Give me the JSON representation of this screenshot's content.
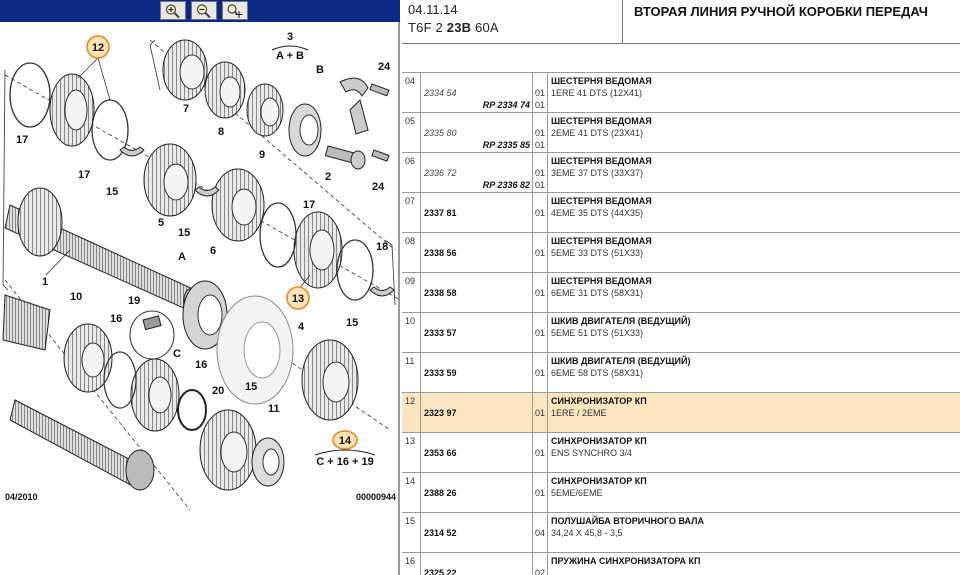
{
  "toolbar": {
    "buttons": [
      {
        "icon": "zoom-in-icon"
      },
      {
        "icon": "zoom-out-icon"
      },
      {
        "icon": "zoom-move-icon"
      }
    ]
  },
  "diagram": {
    "callouts": {
      "c12": "12",
      "c13": "13",
      "c14": "14"
    },
    "labels": {
      "n1": "1",
      "n2": "2",
      "n4": "4",
      "n5": "5",
      "n6": "6",
      "n7": "7",
      "n8": "8",
      "n9": "9",
      "n10": "10",
      "n11": "11",
      "n15a": "15",
      "n15b": "15",
      "n15c": "15",
      "n15d": "15",
      "n16a": "16",
      "n16b": "16",
      "n17a": "17",
      "n17b": "17",
      "n17c": "17",
      "n18": "18",
      "n19": "19",
      "n20": "20",
      "n24a": "24",
      "n24b": "24",
      "nA": "A",
      "nB": "B",
      "nC": "C",
      "n3": "3",
      "n3sub": "A + B",
      "n14sub": "C + 16 + 19"
    },
    "footer_left": "04/2010",
    "footer_right": "00000944"
  },
  "header": {
    "date": "04.11.14",
    "code_prefix": "T6F 2 ",
    "code_bold": "23B",
    "code_suffix": " 60A",
    "title": "ВТОРАЯ ЛИНИЯ РУЧНОЙ КОРОБКИ ПЕРЕДАЧ"
  },
  "rows": [
    {
      "num": "04",
      "ref": "2334 54",
      "ref_style": "italic",
      "ref_sub": "RP 2334 74",
      "qty1": "01",
      "qty2": "01",
      "name": "ШЕСТЕРНЯ ВЕДОМАЯ",
      "spec": "1ERE 41 DTS (12X41)",
      "highlight": false
    },
    {
      "num": "05",
      "ref": "2335 80",
      "ref_style": "italic",
      "ref_sub": "RP 2335 85",
      "qty1": "01",
      "qty2": "01",
      "name": "ШЕСТЕРНЯ ВЕДОМАЯ",
      "spec": "2EME 41 DTS (23X41)",
      "highlight": false
    },
    {
      "num": "06",
      "ref": "2336 72",
      "ref_style": "italic",
      "ref_sub": "RP 2336 82",
      "qty1": "01",
      "qty2": "01",
      "name": "ШЕСТЕРНЯ ВЕДОМАЯ",
      "spec": "3EME 37 DTS (33X37)",
      "highlight": false
    },
    {
      "num": "07",
      "ref": "2337 81",
      "ref_style": "bold",
      "ref_sub": "",
      "qty1": "01",
      "qty2": "",
      "name": "ШЕСТЕРНЯ ВЕДОМАЯ",
      "spec": "4EME 35 DTS (44X35)",
      "highlight": false
    },
    {
      "num": "08",
      "ref": "2338 56",
      "ref_style": "bold",
      "ref_sub": "",
      "qty1": "01",
      "qty2": "",
      "name": "ШЕСТЕРНЯ ВЕДОМАЯ",
      "spec": "5EME 33 DTS (51X33)",
      "highlight": false
    },
    {
      "num": "09",
      "ref": "2338 58",
      "ref_style": "bold",
      "ref_sub": "",
      "qty1": "01",
      "qty2": "",
      "name": "ШЕСТЕРНЯ ВЕДОМАЯ",
      "spec": "6EME 31 DTS (58X31)",
      "highlight": false
    },
    {
      "num": "10",
      "ref": "2333 57",
      "ref_style": "bold",
      "ref_sub": "",
      "qty1": "01",
      "qty2": "",
      "name": "ШКИВ ДВИГАТЕЛЯ (ВЕДУЩИЙ)",
      "spec": "5EME 51 DTS (51X33)",
      "highlight": false
    },
    {
      "num": "11",
      "ref": "2333 59",
      "ref_style": "bold",
      "ref_sub": "",
      "qty1": "01",
      "qty2": "",
      "name": "ШКИВ ДВИГАТЕЛЯ (ВЕДУЩИЙ)",
      "spec": "6EME 58 DTS (58X31)",
      "highlight": false
    },
    {
      "num": "12",
      "ref": "2323 97",
      "ref_style": "bold",
      "ref_sub": "",
      "qty1": "01",
      "qty2": "",
      "name": "СИНХРОНИЗАТОР КП",
      "spec": "1ERE / 2EME",
      "highlight": true
    },
    {
      "num": "13",
      "ref": "2353 66",
      "ref_style": "bold",
      "ref_sub": "",
      "qty1": "01",
      "qty2": "",
      "name": "СИНХРОНИЗАТОР КП",
      "spec": "ENS SYNCHRO 3/4",
      "highlight": false
    },
    {
      "num": "14",
      "ref": "2388 26",
      "ref_style": "bold",
      "ref_sub": "",
      "qty1": "01",
      "qty2": "",
      "name": "СИНХРОНИЗАТОР КП",
      "spec": "5EME/6EME",
      "highlight": false
    },
    {
      "num": "15",
      "ref": "2314 52",
      "ref_style": "bold",
      "ref_sub": "",
      "qty1": "04",
      "qty2": "",
      "name": "ПОЛУШАЙБА ВТОРИЧНОГО ВАЛА",
      "spec": "34,24 X 45,8 - 3,5",
      "highlight": false
    },
    {
      "num": "16",
      "ref": "2325 22",
      "ref_style": "bold",
      "ref_sub": "",
      "qty1": "02",
      "qty2": "",
      "name": "ПРУЖИНА СИНХРОНИЗАТОРА КП",
      "spec": "",
      "highlight": false
    }
  ]
}
